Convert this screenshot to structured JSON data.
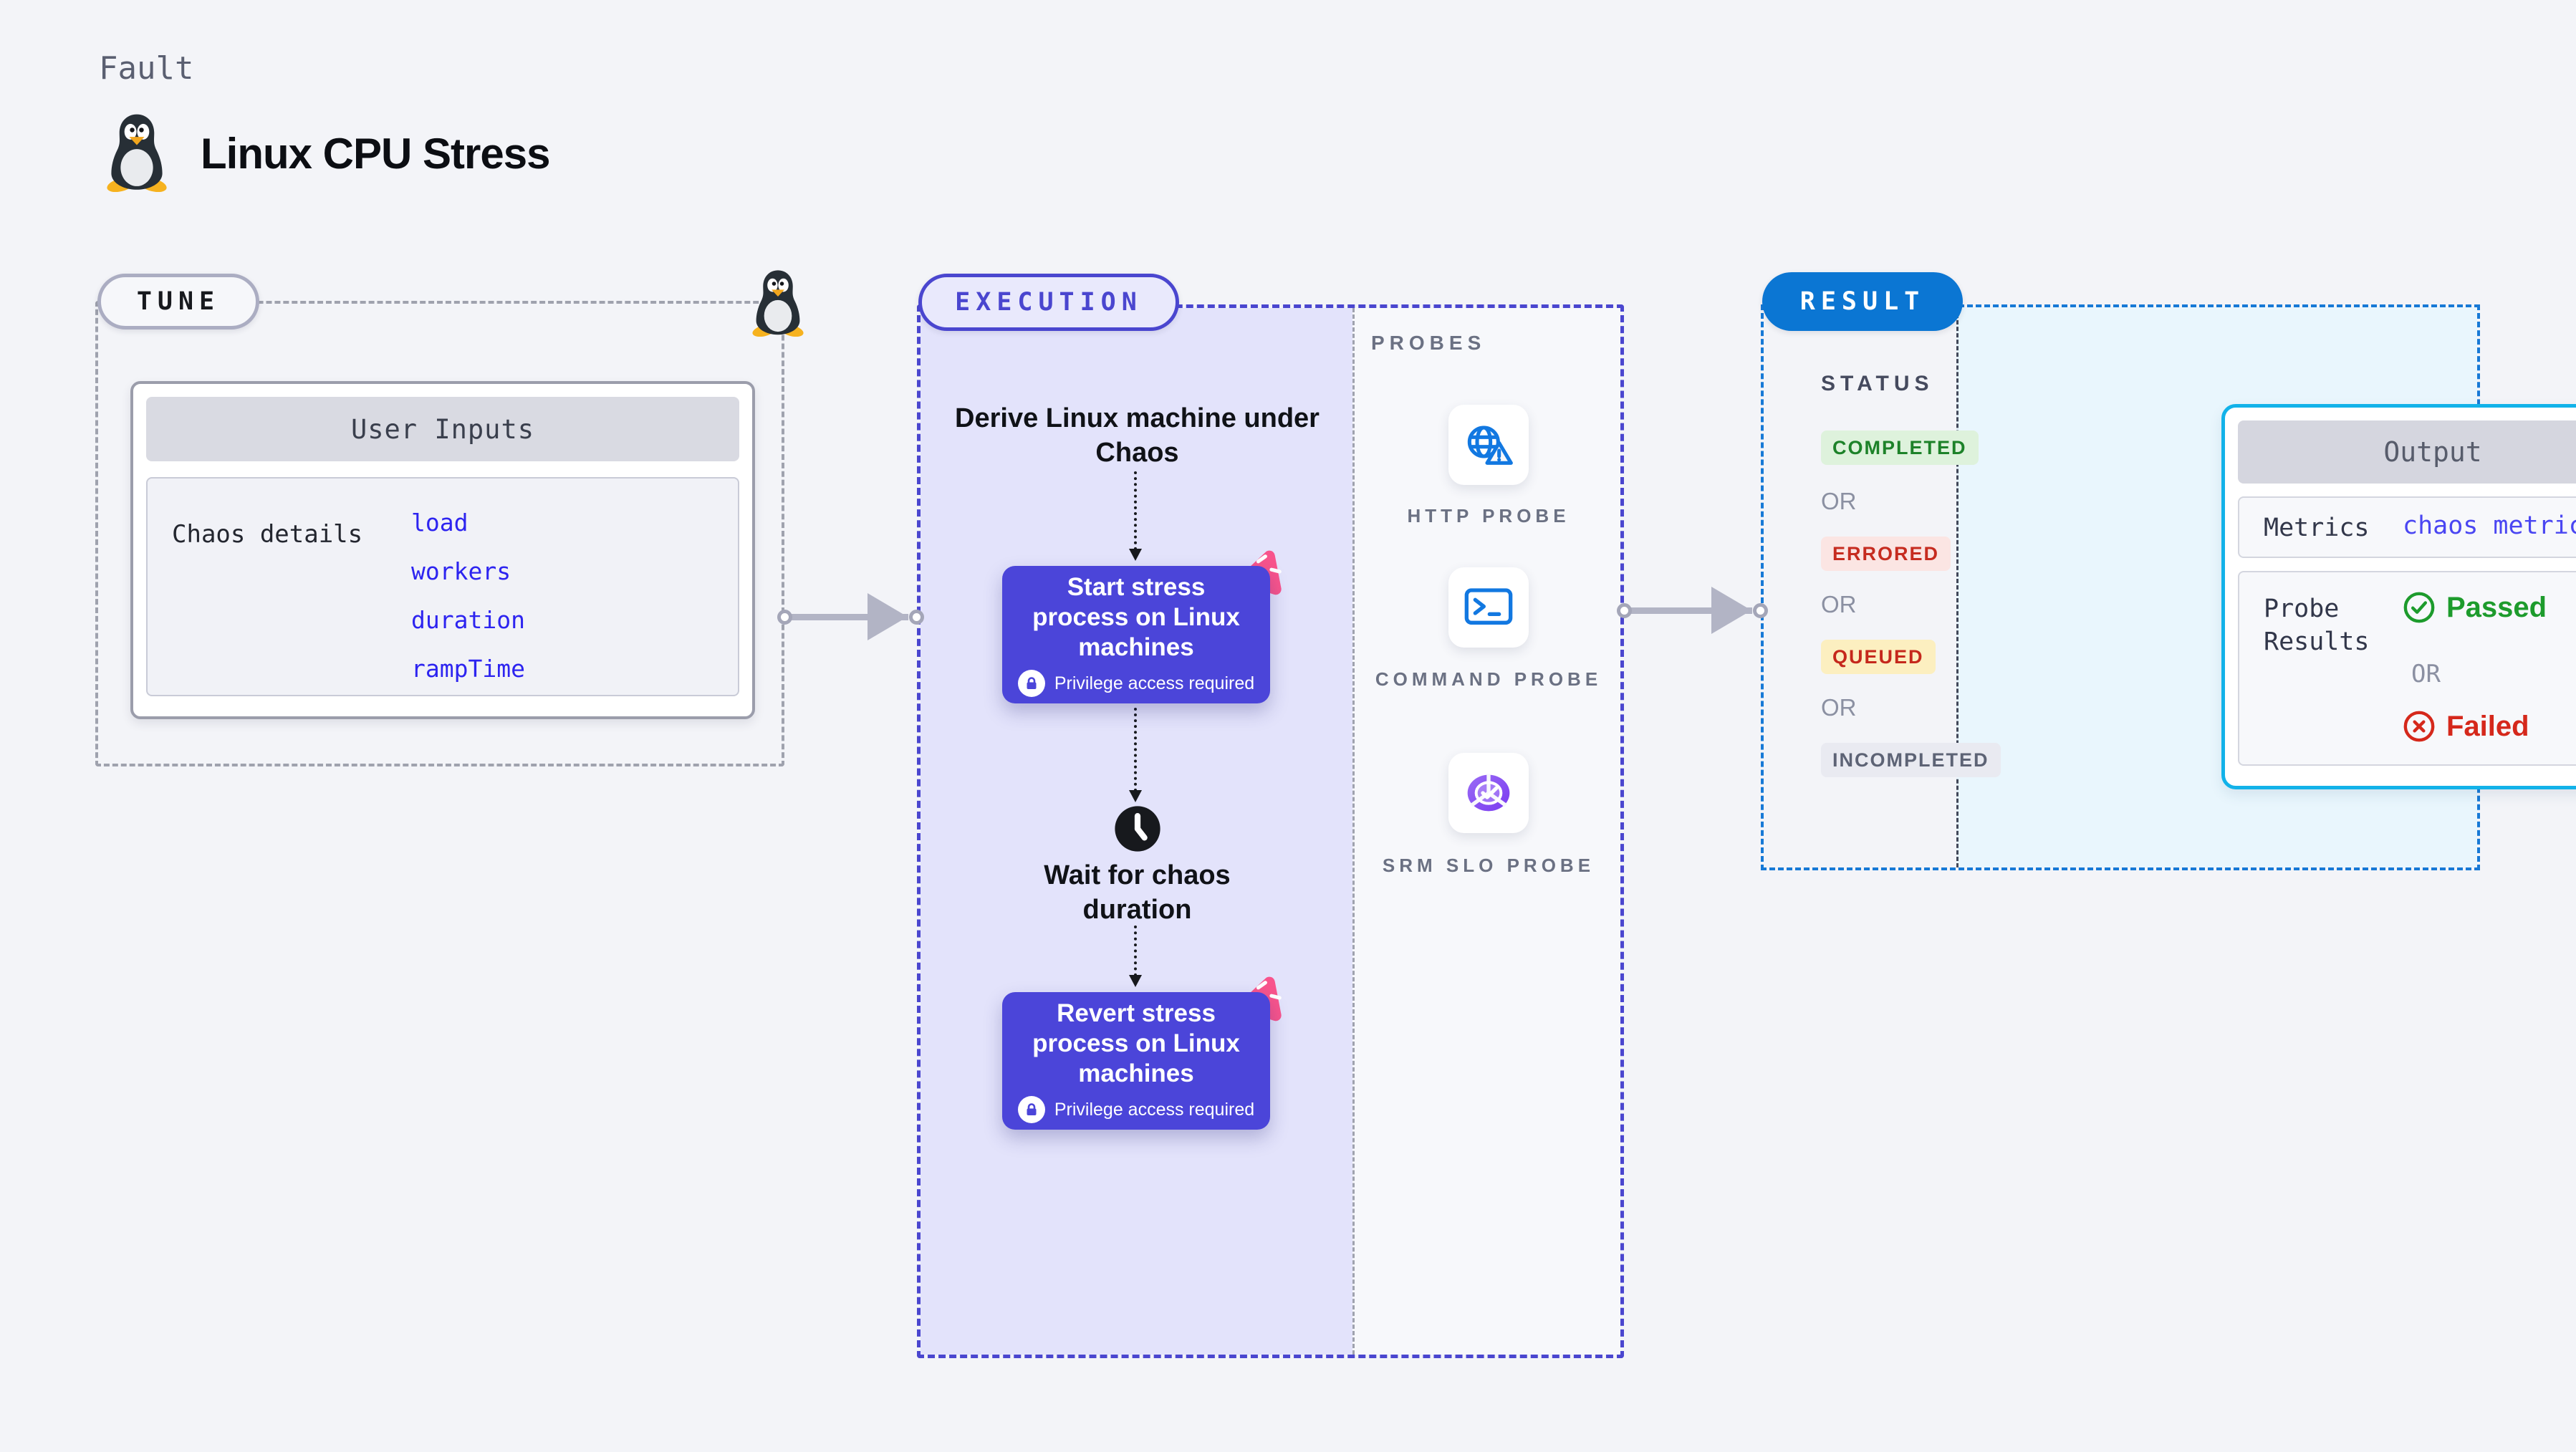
{
  "header": {
    "eyebrow": "Fault",
    "title": "Linux CPU Stress"
  },
  "tune": {
    "label": "TUNE",
    "card_title": "User Inputs",
    "row_label": "Chaos details",
    "inputs": [
      "load",
      "workers",
      "duration",
      "rampTime"
    ]
  },
  "execution": {
    "label": "EXECUTION",
    "derive_text": "Derive Linux machine under Chaos",
    "start_box": "Start stress process on Linux machines",
    "wait_text": "Wait for chaos duration",
    "revert_box": "Revert stress process on Linux machines",
    "privilege_note": "Privilege access required"
  },
  "probes": {
    "label": "PROBES",
    "items": [
      {
        "name": "HTTP PROBE",
        "icon": "globe-alert-icon"
      },
      {
        "name": "COMMAND PROBE",
        "icon": "terminal-icon"
      },
      {
        "name": "SRM SLO PROBE",
        "icon": "slo-donut-icon"
      }
    ]
  },
  "result": {
    "label": "RESULT",
    "status_heading": "STATUS",
    "statuses": [
      {
        "label": "COMPLETED",
        "fg": "#1d8229",
        "bg": "#def2dc"
      },
      {
        "label": "OR"
      },
      {
        "label": "ERRORED",
        "fg": "#c62c20",
        "bg": "#fbe5e3"
      },
      {
        "label": "OR"
      },
      {
        "label": "QUEUED",
        "fg": "#c5281c",
        "bg": "#fcefc0"
      },
      {
        "label": "OR"
      },
      {
        "label": "INCOMPLETED",
        "fg": "#5d6375",
        "bg": "#e9eaf1"
      }
    ],
    "output": {
      "title": "Output",
      "metrics_label": "Metrics",
      "metrics_value": "chaos metrics",
      "probe_results_label": "Probe Results",
      "passed": "Passed",
      "or": "OR",
      "failed": "Failed"
    }
  },
  "colors": {
    "page_bg": "#f3f4f8",
    "tune_dash": "#9fa2ae",
    "execution_accent": "#4a46cf",
    "execution_fill": "#e3e3fb",
    "node_fill": "#4b45d9",
    "chaos_pink": "#f8548c",
    "probe_icon_blue": "#1278e1",
    "slo_purple": "#8a5cf0",
    "result_pill_blue": "#0b76d3",
    "result_dash": "#1779d6",
    "result_fill": "#e9f6fd",
    "output_border": "#12b2e9",
    "link_blue": "#2d24f0",
    "passed_green": "#1d9b2c",
    "failed_red": "#d5281b"
  }
}
